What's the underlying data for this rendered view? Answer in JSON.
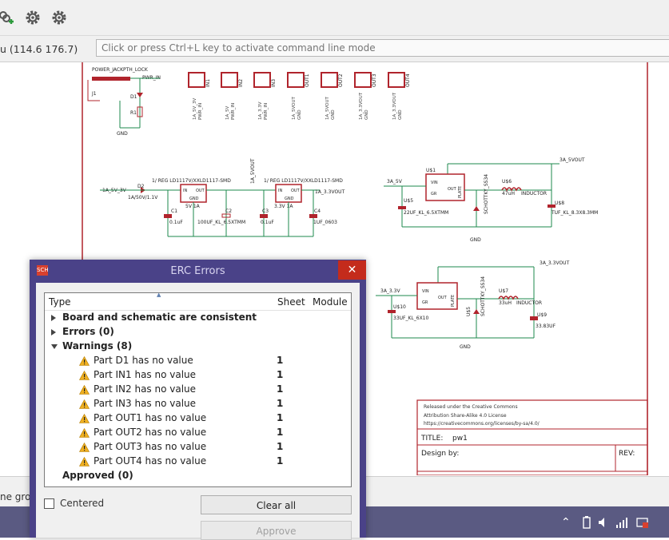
{
  "toolbar": {
    "icons": [
      "hierarchy-add-icon",
      "gear-icon",
      "gear-icon"
    ]
  },
  "cmdbar": {
    "coords": "u (114.6 176.7)",
    "placeholder": "Click or press Ctrl+L key to activate command line mode"
  },
  "schematic": {
    "power_jack": "POWER_JACKPTH_LOCK",
    "pwr_in": "PWR_IN",
    "j1": "J1",
    "d1": "D1",
    "r1": "R1",
    "gnd": "GND",
    "connectors": [
      "IN1",
      "IN2",
      "IN3",
      "OUT1",
      "OUT2",
      "OUT3",
      "OUT4"
    ],
    "conn_pins": [
      "1A_5V_3V",
      "PWR_IN",
      "1A_5V",
      "PWR_IN",
      "1A_3.3V",
      "PWR_IN",
      "1A_5VOUT",
      "GND",
      "1A_5VOUT",
      "GND",
      "1A_3.3VOUT",
      "GND",
      "1A_3.3VOUT",
      "GND"
    ],
    "reg1_label": "1/ REG LD1117V/XXLD1117-SMD",
    "reg2_label": "1/ REG LD1117V/XXLD1117-SMD",
    "net_1a5v3v": "1A_5V_3V",
    "d2": "D2",
    "d2_val": "1A/50V/1.1V",
    "reg_pins": [
      "IN",
      "OUT",
      "GND"
    ],
    "u5v1a": "5V 1A",
    "u33v1a": "3.3V 1A",
    "caps": [
      {
        "name": "C1",
        "val": "0.1uF"
      },
      {
        "name": "C2",
        "val": "100UF_KL_6.5XTMM"
      },
      {
        "name": "C3",
        "val": "0.1uF"
      },
      {
        "name": "C4",
        "val": "1UF_0603"
      }
    ],
    "net_1a5vout": "1A_5VOUT",
    "net_1a33vout": "1A_3.3VOUT",
    "buck1": {
      "net_in": "3A_5V",
      "net_out": "3A_5VOUT",
      "pins": [
        "VIN",
        "OUT",
        "GR",
        "PLATE"
      ],
      "u_label": "U$1",
      "diode": "SCHOTTKY_SS34",
      "ind_name": "U$6",
      "ind_val": "47uH",
      "ind_type": "INDUCTOR",
      "cin": "U$5",
      "cin_val": "22UF_KL_6.5XTMM",
      "cout": "U$8",
      "cout_val": "TUF_KL_8.3X8.3MM"
    },
    "buck2": {
      "net_in": "3A_3.3V",
      "net_out": "3A_3.3VOUT",
      "pins": [
        "VIN",
        "OUT",
        "GR",
        "PLATE"
      ],
      "u_label": "U$10",
      "diode": "SCHOTTKY_SS34",
      "d_label": "U$5",
      "ind_name": "U$7",
      "ind_val": "33uH",
      "ind_type": "INDUCTOR",
      "cin_val": "33UF_KL_6X10",
      "cout": "U$9",
      "cout_val": "33.83UF"
    },
    "titleblock": {
      "license1": "Released under the Creative Commons",
      "license2": "Attribution Share-Alike 4.0 License",
      "license3": "https://creativecommons.org/licenses/by-sa/4.0/",
      "title_label": "TITLE:",
      "title_value": "pw1",
      "design_label": "Design by:",
      "rev_label": "REV:"
    }
  },
  "status": {
    "text": "ne gro"
  },
  "dialog": {
    "title": "ERC Errors",
    "app_icon": "SCH",
    "columns": {
      "type": "Type",
      "sheet": "Sheet",
      "module": "Module"
    },
    "rows": [
      {
        "label": "Board and schematic are consistent",
        "bold": true,
        "level": 0,
        "expander": "closed"
      },
      {
        "label": "Errors (0)",
        "bold": true,
        "level": 0,
        "expander": "closed"
      },
      {
        "label": "Warnings (8)",
        "bold": true,
        "level": 0,
        "expander": "open"
      },
      {
        "label": "Part D1 has no value",
        "level": 1,
        "count": "1"
      },
      {
        "label": "Part IN1 has no value",
        "level": 1,
        "count": "1"
      },
      {
        "label": "Part IN2 has no value",
        "level": 1,
        "count": "1"
      },
      {
        "label": "Part IN3 has no value",
        "level": 1,
        "count": "1"
      },
      {
        "label": "Part OUT1 has no value",
        "level": 1,
        "count": "1"
      },
      {
        "label": "Part OUT2 has no value",
        "level": 1,
        "count": "1"
      },
      {
        "label": "Part OUT3 has no value",
        "level": 1,
        "count": "1"
      },
      {
        "label": "Part OUT4 has no value",
        "level": 1,
        "count": "1"
      },
      {
        "label": "Approved (0)",
        "bold": true,
        "level": 0
      }
    ],
    "centered_label": "Centered",
    "clear_all_label": "Clear all",
    "approve_label": "Approve"
  },
  "colors": {
    "schematic_red": "#b0242c",
    "schematic_green": "#1e8a4e",
    "dialog_frame": "#4a4288",
    "taskbar": "#5a5a82"
  }
}
